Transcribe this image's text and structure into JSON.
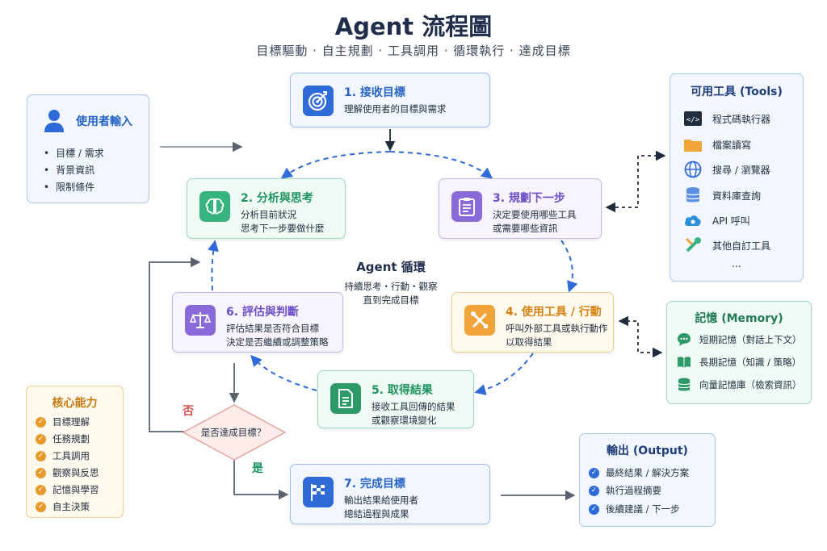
{
  "header": {
    "title": "Agent 流程圖",
    "subtitle": "目標驅動 · 自主規劃 · 工具調用 · 循環執行 · 達成目標"
  },
  "steps": [
    {
      "title": "1. 接收目標",
      "desc": [
        "理解使用者的目標與需求"
      ],
      "icon": "target-icon"
    },
    {
      "title": "2. 分析與思考",
      "desc": [
        "分析目前狀況",
        "思考下一步要做什麼"
      ],
      "icon": "brain-icon"
    },
    {
      "title": "3. 規劃下一步",
      "desc": [
        "決定要使用哪些工具",
        "或需要哪些資訊"
      ],
      "icon": "clipboard-icon"
    },
    {
      "title": "4. 使用工具 / 行動",
      "desc": [
        "呼叫外部工具或執行動作",
        "以取得結果"
      ],
      "icon": "tools-icon"
    },
    {
      "title": "5. 取得結果",
      "desc": [
        "接收工具回傳的結果",
        "或觀察環境變化"
      ],
      "icon": "document-icon"
    },
    {
      "title": "6. 評估與判斷",
      "desc": [
        "評估結果是否符合目標",
        "決定是否繼續或調整策略"
      ],
      "icon": "scale-icon"
    },
    {
      "title": "7. 完成目標",
      "desc": [
        "輸出結果給使用者",
        "總結過程與成果"
      ],
      "icon": "finish-flag-icon"
    }
  ],
  "loop": {
    "title": "Agent 循環",
    "desc": [
      "持續思考・行動・觀察",
      "直到完成目標"
    ]
  },
  "decision": {
    "question": "是否達成目標？",
    "no": "否",
    "yes": "是"
  },
  "user_input": {
    "title": "使用者輸入",
    "items": [
      "目標 / 需求",
      "背景資訊",
      "限制條件"
    ]
  },
  "tools": {
    "title": "可用工具 (Tools)",
    "items": [
      {
        "label": "程式碼執行器",
        "icon": "code-icon"
      },
      {
        "label": "檔案讀寫",
        "icon": "folder-icon"
      },
      {
        "label": "搜尋 / 瀏覽器",
        "icon": "globe-icon"
      },
      {
        "label": "資料庫查詢",
        "icon": "database-icon"
      },
      {
        "label": "API 呼叫",
        "icon": "cloud-api-icon"
      },
      {
        "label": "其他自訂工具",
        "icon": "wrench-icon"
      }
    ],
    "more": "..."
  },
  "memory": {
    "title": "記憶 (Memory)",
    "items": [
      {
        "label": "短期記憶（對話上下文）",
        "icon": "chat-icon"
      },
      {
        "label": "長期記憶（知識 / 策略）",
        "icon": "book-icon"
      },
      {
        "label": "向量記憶庫（檢索資訊）",
        "icon": "database-icon"
      }
    ]
  },
  "core": {
    "title": "核心能力",
    "items": [
      "目標理解",
      "任務規劃",
      "工具調用",
      "觀察與反思",
      "記憶與學習",
      "自主決策"
    ]
  },
  "output": {
    "title": "輸出 (Output)",
    "items": [
      "最終結果 / 解決方案",
      "執行過程摘要",
      "後續建議 / 下一步"
    ]
  },
  "colors": {
    "blue": "#2f6bd8",
    "green": "#36b37e",
    "purple": "#8a6ad9",
    "orange": "#f2a33a",
    "loop_arrow": "#2f6bd8",
    "arrow": "#5a6270"
  }
}
